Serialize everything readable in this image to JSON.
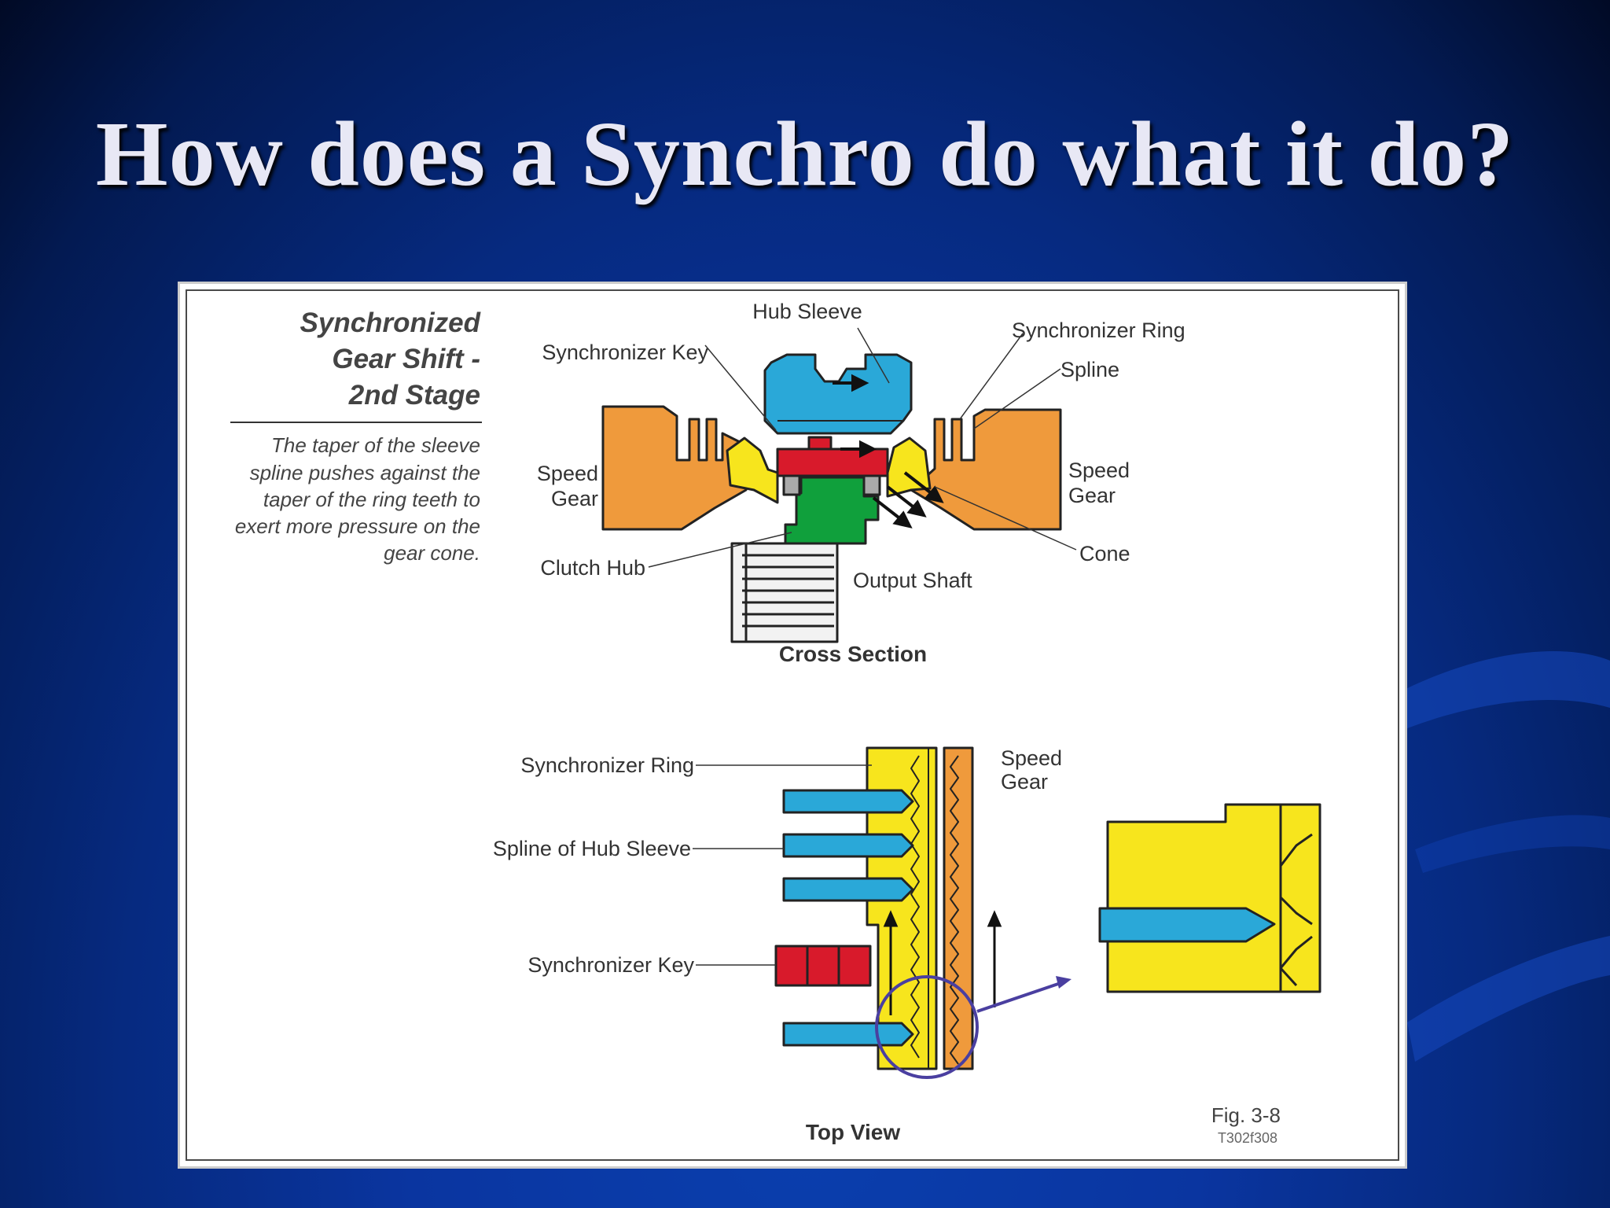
{
  "slide": {
    "title": "How does a Synchro do what it do?"
  },
  "figure": {
    "sidebar": {
      "title_lines": [
        "Synchronized",
        "Gear Shift -",
        "2nd Stage"
      ],
      "body_lines": [
        "The taper of the sleeve",
        "spline pushes against the",
        "taper of the ring teeth to",
        "exert more pressure on the",
        "gear cone."
      ]
    },
    "cross_section": {
      "caption": "Cross Section",
      "labels": {
        "hub_sleeve": "Hub Sleeve",
        "synchronizer_key": "Synchronizer Key",
        "synchronizer_ring": "Synchronizer Ring",
        "spline": "Spline",
        "speed_gear_left_1": "Speed",
        "speed_gear_left_2": "Gear",
        "speed_gear_right_1": "Speed",
        "speed_gear_right_2": "Gear",
        "cone": "Cone",
        "clutch_hub": "Clutch Hub",
        "output_shaft": "Output Shaft"
      }
    },
    "top_view": {
      "caption": "Top View",
      "labels": {
        "synchronizer_ring": "Synchronizer Ring",
        "spline_of_hub_sleeve": "Spline of Hub Sleeve",
        "synchronizer_key": "Synchronizer Key",
        "speed_gear_1": "Speed",
        "speed_gear_2": "Gear"
      }
    },
    "fig_number": "Fig. 3-8",
    "fig_code": "T302f308",
    "colors": {
      "gear": "#ef9a3c",
      "sleeve": "#2aa8d8",
      "ring": "#f7e51d",
      "key": "#d81a2b",
      "hub": "#10a03c",
      "zoom_circle": "#4a3fa0"
    }
  }
}
